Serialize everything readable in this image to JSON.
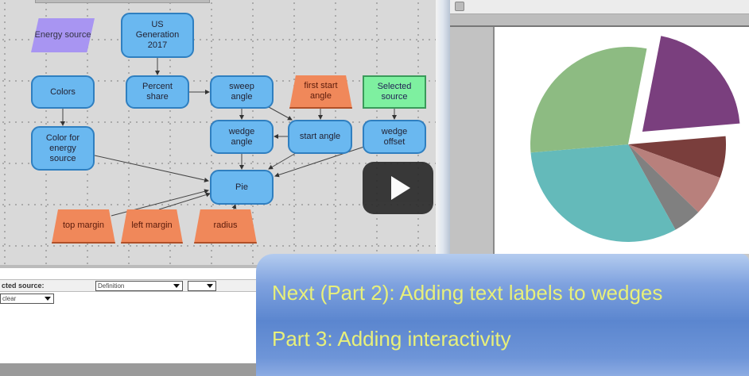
{
  "diagram": {
    "nodes": {
      "energy_source": "Energy source",
      "us_generation": "US Generation 2017",
      "colors": "Colors",
      "percent_share": "Percent share",
      "sweep_angle": "sweep angle",
      "first_start_angle": "first start angle",
      "selected_source": "Selected source",
      "color_for_energy_source": "Color for energy source",
      "wedge_angle": "wedge angle",
      "start_angle": "start angle",
      "wedge_offset": "wedge offset",
      "pie": "Pie",
      "top_margin": "top margin",
      "left_margin": "left margin",
      "radius": "radius"
    }
  },
  "lower_panel": {
    "label": "cted source:",
    "definition_select": "Definition",
    "clear_select": "clear"
  },
  "banner": {
    "line1": "Next (Part 2): Adding text labels to wedges",
    "line2": "Part 3: Adding interactivity"
  },
  "chart_data": {
    "type": "pie",
    "title": "",
    "start_angle_deg": -79,
    "exploded_index": 0,
    "slices": [
      {
        "value": 20.6,
        "color": "#7a3f7e"
      },
      {
        "value": 6.9,
        "color": "#7a3e3c"
      },
      {
        "value": 6.7,
        "color": "#b8807c"
      },
      {
        "value": 4.7,
        "color": "#808080"
      },
      {
        "value": 31.7,
        "color": "#64baba"
      },
      {
        "value": 29.4,
        "color": "#8dbb82"
      }
    ]
  }
}
